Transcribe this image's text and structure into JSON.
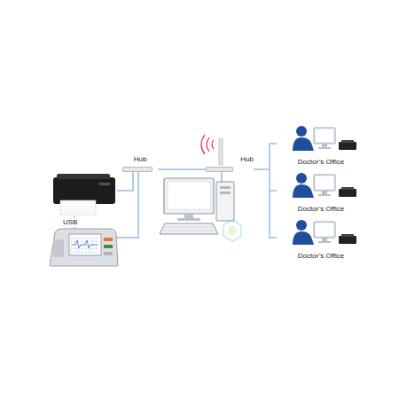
{
  "diagram": {
    "nodes": [
      {
        "text": [
          "Hub"
        ]
      },
      {
        "text": [
          "Hub"
        ]
      },
      {
        "text": [
          "Doctor’s Office"
        ]
      },
      {
        "text": [
          "Doctor’s Office"
        ]
      },
      {
        "text": [
          "Doctor’s Office"
        ]
      }
    ],
    "edges": [
      {
        "from": 0,
        "to": 1,
        "arrow": "none"
      },
      {
        "from": 1,
        "to": 2,
        "arrow": "none"
      },
      {
        "from": 1,
        "to": 3,
        "arrow": "none"
      },
      {
        "from": 1,
        "to": 4,
        "arrow": "none"
      }
    ],
    "labels": [
      "USB"
    ]
  }
}
